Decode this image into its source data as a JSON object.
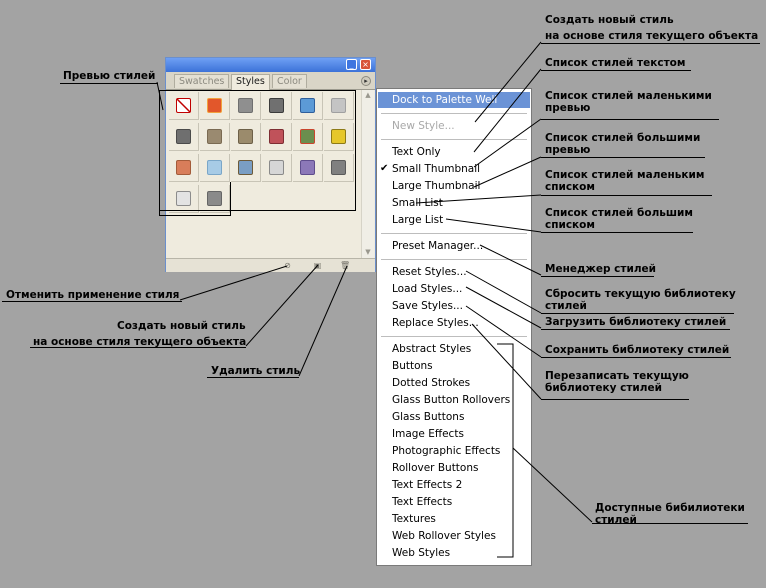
{
  "palette": {
    "tabs": [
      "Swatches",
      "Styles",
      "Color"
    ],
    "active_tab": "Styles",
    "window_buttons": {
      "minimize": "_",
      "close": "×"
    },
    "menu_button_glyph": "▸",
    "styles": [
      {
        "name": "none",
        "fill": "#ffffff",
        "border": "#c00000",
        "icon": "no-style-icon"
      },
      {
        "name": "red-glow",
        "fill": "#e2572b",
        "border": "#f2a13d",
        "icon": "style-red-glow-icon"
      },
      {
        "name": "gray",
        "fill": "#8f8f8f",
        "border": "#6f6f6f",
        "icon": "style-gray-icon"
      },
      {
        "name": "dark-chrome",
        "fill": "#707070",
        "border": "#3b3b3b",
        "icon": "style-chrome-icon"
      },
      {
        "name": "blue-glass",
        "fill": "#5c9ad6",
        "border": "#2f5f9c",
        "icon": "style-blue-glass-icon"
      },
      {
        "name": "light-gray",
        "fill": "#c4c4c4",
        "border": "#a0a0a0",
        "icon": "style-light-gray-icon"
      },
      {
        "name": "metal",
        "fill": "#6f6f6f",
        "border": "#4a4a4a",
        "icon": "style-metal-icon"
      },
      {
        "name": "tan",
        "fill": "#9a8a70",
        "border": "#7a6a52",
        "icon": "style-tan-icon"
      },
      {
        "name": "khaki",
        "fill": "#9b8b6c",
        "border": "#6d6048",
        "icon": "style-khaki-icon"
      },
      {
        "name": "red-stripes",
        "fill": "#c0525a",
        "border": "#7e2d33",
        "icon": "style-red-stripes-icon"
      },
      {
        "name": "multicolor",
        "fill": "#6b8e4e",
        "border": "#c9452d",
        "icon": "style-multicolor-icon"
      },
      {
        "name": "yellow-note",
        "fill": "#e6c72a",
        "border": "#8d7a16",
        "icon": "style-yellow-icon"
      },
      {
        "name": "sunset",
        "fill": "#d87d5a",
        "border": "#a35b3a",
        "icon": "style-sunset-icon"
      },
      {
        "name": "light-blue",
        "fill": "#a7cbe6",
        "border": "#7aa6c8",
        "icon": "style-light-blue-icon"
      },
      {
        "name": "landscape",
        "fill": "#7a9ec4",
        "border": "#6c5a3a",
        "icon": "style-landscape-icon"
      },
      {
        "name": "sparkle",
        "fill": "#d6d6d6",
        "border": "#8a8a8a",
        "icon": "style-sparkle-icon"
      },
      {
        "name": "purple",
        "fill": "#8c78b8",
        "border": "#5f4d8c",
        "icon": "style-purple-icon"
      },
      {
        "name": "dark-gray",
        "fill": "#808080",
        "border": "#5a5a5a",
        "icon": "style-dark-gray-icon"
      },
      {
        "name": "outline",
        "fill": "#e3e3e3",
        "border": "#8c8c8c",
        "icon": "style-outline-icon"
      },
      {
        "name": "medium-gray",
        "fill": "#8a8a8a",
        "border": "#666666",
        "icon": "style-medium-gray-icon"
      }
    ]
  },
  "menu": {
    "items": [
      {
        "label": "Dock to Palette Well",
        "state": "highlighted"
      },
      {
        "separator": true
      },
      {
        "label": "New Style...",
        "state": "disabled"
      },
      {
        "separator": true
      },
      {
        "label": "Text Only",
        "state": "normal"
      },
      {
        "label": "Small Thumbnail",
        "state": "checked"
      },
      {
        "label": "Large Thumbnail",
        "state": "normal"
      },
      {
        "label": "Small List",
        "state": "normal"
      },
      {
        "label": "Large List",
        "state": "normal"
      },
      {
        "separator": true
      },
      {
        "label": "Preset Manager...",
        "state": "normal"
      },
      {
        "separator": true
      },
      {
        "label": "Reset Styles...",
        "state": "normal"
      },
      {
        "label": "Load Styles...",
        "state": "normal"
      },
      {
        "label": "Save Styles...",
        "state": "normal"
      },
      {
        "label": "Replace Styles...",
        "state": "normal"
      },
      {
        "separator": true
      },
      {
        "label": "Abstract Styles",
        "state": "normal"
      },
      {
        "label": "Buttons",
        "state": "normal"
      },
      {
        "label": "Dotted Strokes",
        "state": "normal"
      },
      {
        "label": "Glass Button Rollovers",
        "state": "normal"
      },
      {
        "label": "Glass Buttons",
        "state": "normal"
      },
      {
        "label": "Image Effects",
        "state": "normal"
      },
      {
        "label": "Photographic Effects",
        "state": "normal"
      },
      {
        "label": "Rollover Buttons",
        "state": "normal"
      },
      {
        "label": "Text Effects 2",
        "state": "normal"
      },
      {
        "label": "Text Effects",
        "state": "normal"
      },
      {
        "label": "Textures",
        "state": "normal"
      },
      {
        "label": "Web Rollover Styles",
        "state": "normal"
      },
      {
        "label": "Web Styles",
        "state": "normal"
      }
    ],
    "check_glyph": "✔"
  },
  "annotations": {
    "style_preview": "Превью стилей",
    "new_style_line1": "Создать новый стиль",
    "new_style_line2": "на основе стиля текущего объекта",
    "text_list": "Список стилей текстом",
    "small_thumb_line1": "Список стилей маленькими",
    "small_thumb_line2": "превью",
    "large_thumb_line1": "Список стилей большими",
    "large_thumb_line2": "превью",
    "small_list_line1": "Список стилей маленьким",
    "small_list_line2": "списком",
    "large_list_line1": "Список стилей большим",
    "large_list_line2": "списком",
    "preset_manager": "Менеджер стилей",
    "reset_line1": "Сбросить текущую библиотеку",
    "reset_line2": "стилей",
    "load": "Загрузить библиотеку стилей",
    "save": "Сохранить библиотеку стилей",
    "replace_line1": "Перезаписать текущую",
    "replace_line2": "библиотеку стилей",
    "libraries_line1": "Доступные бибилиотеки",
    "libraries_line2": "стилей",
    "clear_style": "Отменить применение стиля",
    "create_bottom_line1": "Создать новый стиль",
    "create_bottom_line2": "на основе стиля текущего объекта",
    "delete_style": "Удалить стиль"
  }
}
